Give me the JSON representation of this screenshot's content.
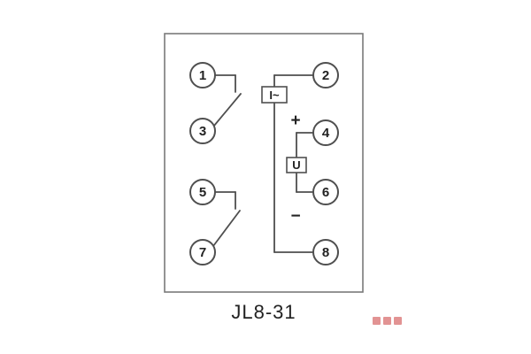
{
  "diagram": {
    "caption": "JL8-31",
    "terminals": {
      "t1": "1",
      "t2": "2",
      "t3": "3",
      "t4": "4",
      "t5": "5",
      "t6": "6",
      "t7": "7",
      "t8": "8"
    },
    "labels": {
      "current_coil": "I~",
      "voltage_coil": "U",
      "plus": "+",
      "minus": "−"
    },
    "colors": {
      "line": "#4f4f4f",
      "border": "#7a7a7a",
      "text": "#222222",
      "watermark": "#cc3b3b",
      "background": "#ffffff"
    }
  }
}
